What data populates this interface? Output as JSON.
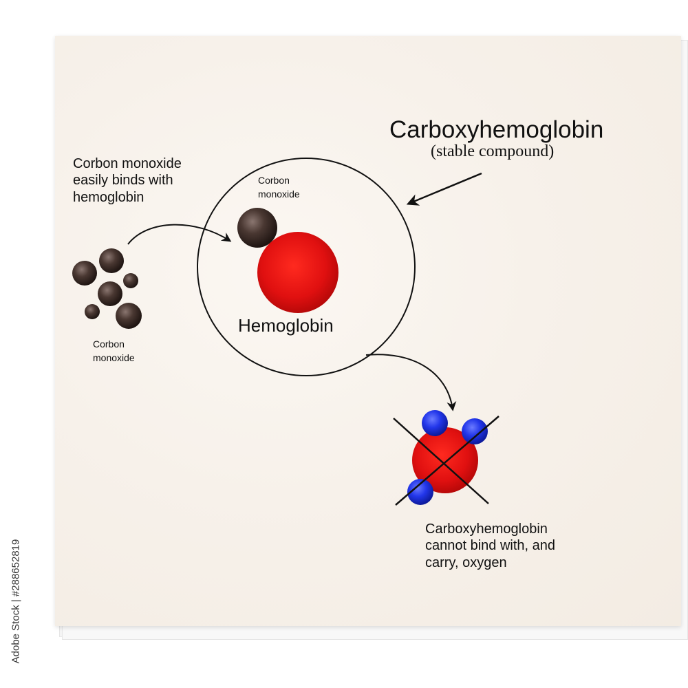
{
  "labels": {
    "intro": "Corbon monoxide\neasily binds with\nhemoglobin",
    "co_cluster": "Corbon\nmonoxide",
    "co_bound": "Corbon\nmonoxide",
    "hemoglobin": "Hemoglobin",
    "title": "Carboxyhemoglobin",
    "subtitle": "(stable compound)",
    "result": "Carboxyhemoglobin\ncannot bind with, and\ncarry, oxygen"
  },
  "side_id": "Adobe Stock | #288652819",
  "colors": {
    "carbon_monoxide": "#3a2a25",
    "hemoglobin": "#e01010",
    "oxygen": "#1c2ee0",
    "outline": "#111111"
  },
  "icons": {
    "co_molecule": "dark-brown-sphere",
    "hemoglobin": "red-sphere",
    "oxygen": "blue-sphere",
    "blocked": "x-cross"
  }
}
